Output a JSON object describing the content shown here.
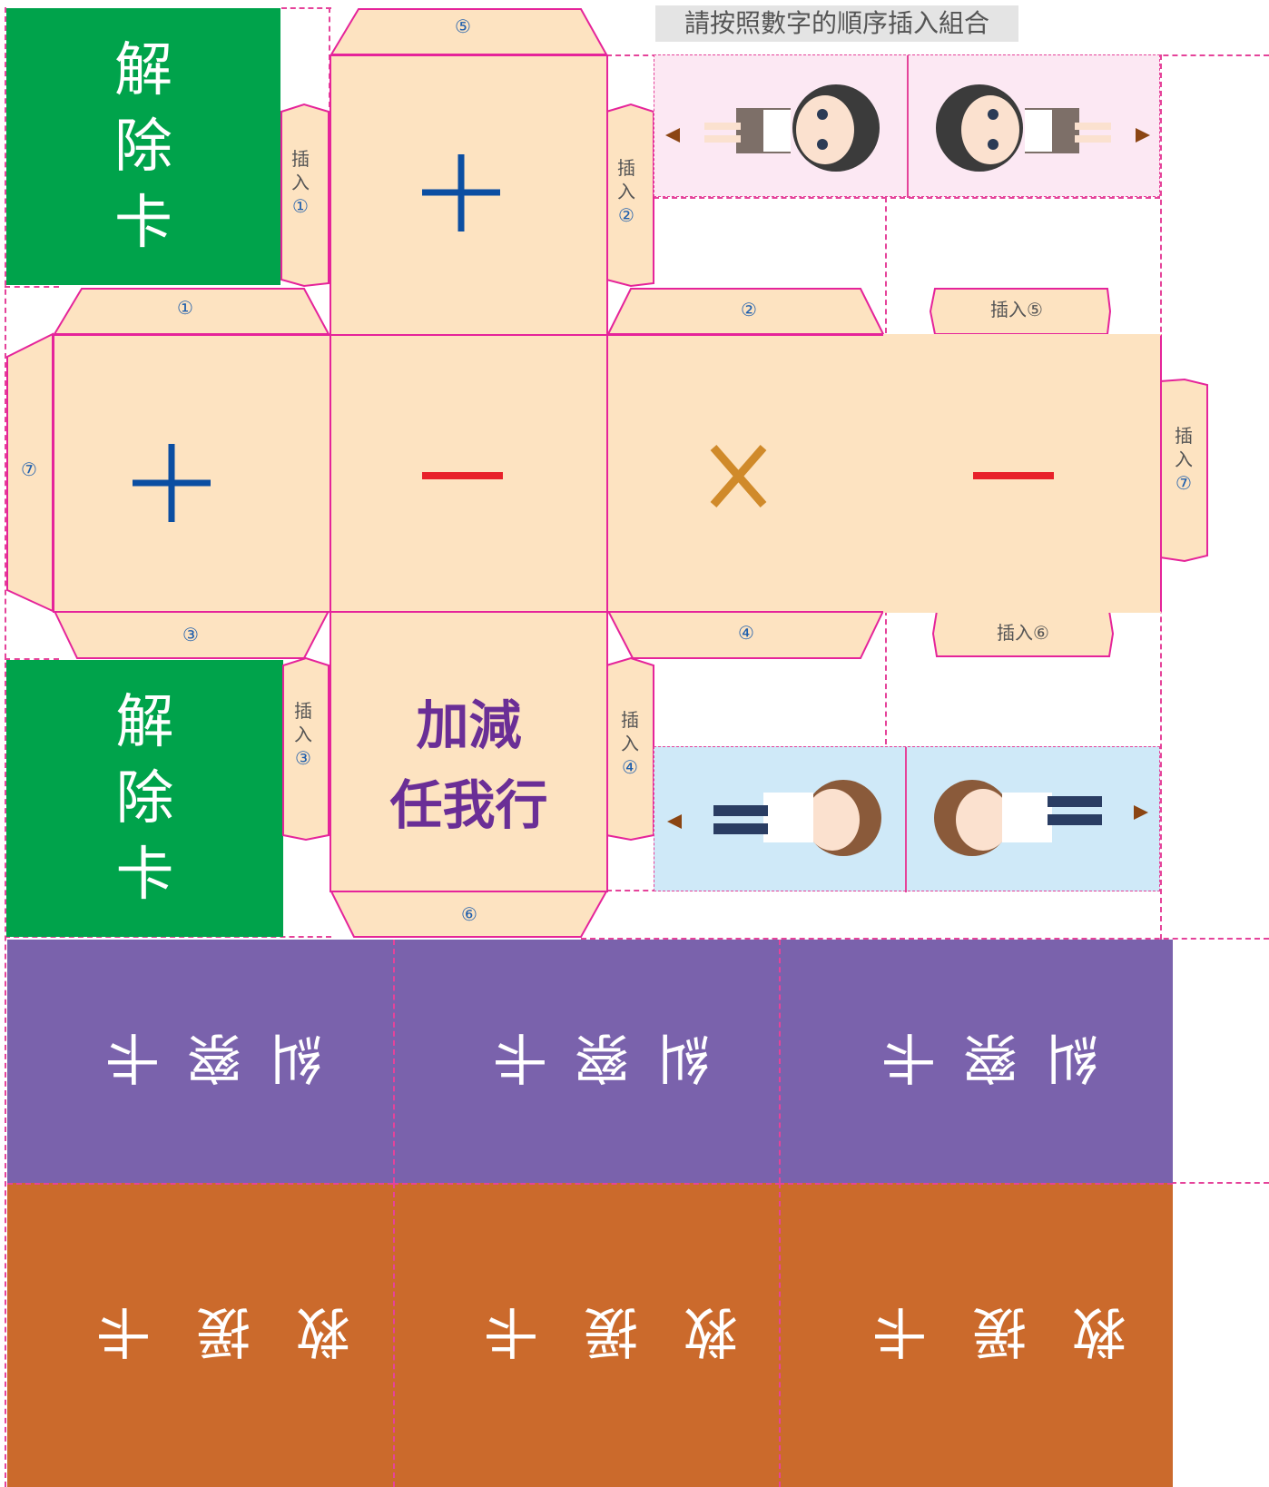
{
  "instruction": "請按照數字的順序插入組合",
  "cards": {
    "release": [
      "解",
      "除",
      "卡"
    ]
  },
  "faces": {
    "top": "+",
    "left": "+",
    "center": "−",
    "right1": "×",
    "right2": "−",
    "bottom_line1": "加減",
    "bottom_line2": "任我行"
  },
  "flap_labels": {
    "f5": "⑤",
    "f1": "①",
    "f2": "②",
    "f3": "③",
    "f4": "④",
    "f6": "⑥",
    "f7": "⑦",
    "ins1": [
      "插",
      "入",
      "①"
    ],
    "ins2": [
      "插",
      "入",
      "②"
    ],
    "ins3": [
      "插",
      "入",
      "③"
    ],
    "ins4": [
      "插",
      "入",
      "④"
    ],
    "ins7": [
      "插",
      "入",
      "⑦"
    ],
    "ins5": "插入⑤",
    "ins6": "插入⑥"
  },
  "bands": {
    "purple": "糾察卡",
    "orange": "救援卡"
  },
  "colors": {
    "green": "#00a34b",
    "face": "#fde3c1",
    "outline": "#e5249a",
    "blue": "#0b4ea2",
    "red": "#e8212a",
    "orange_x": "#d08a2a",
    "purple_text": "#6a2e96",
    "purple_band": "#7a62ac",
    "orange_band": "#cb6a2c",
    "pink_panel": "#fce8f3",
    "blue_panel": "#cfe9f8"
  }
}
